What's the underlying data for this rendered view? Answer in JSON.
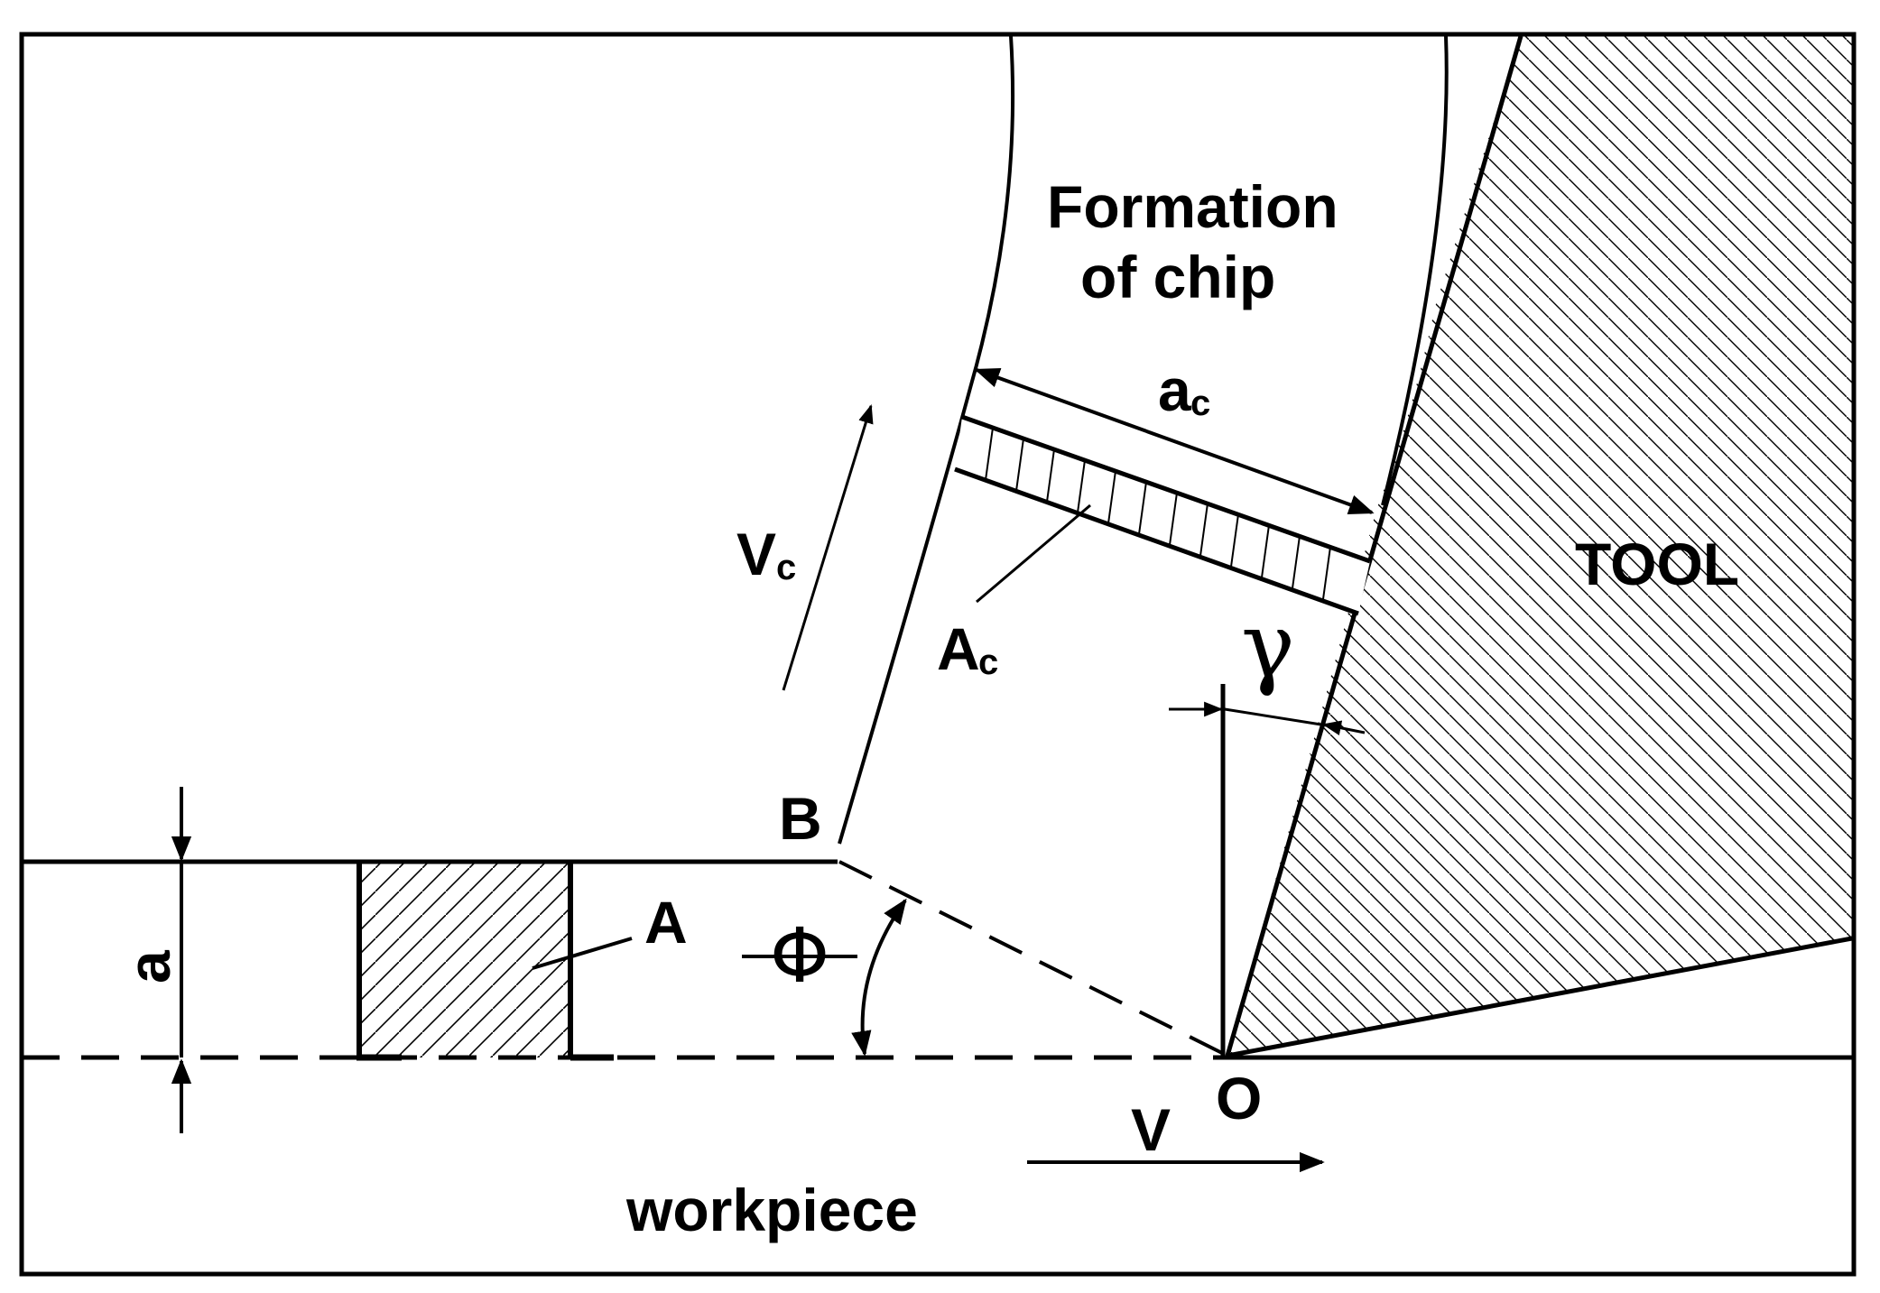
{
  "labels": {
    "chip_title_line1": "Formation",
    "chip_title_line2": "of chip",
    "chip_thickness": "a",
    "chip_thickness_sub": "c",
    "chip_velocity": "V",
    "chip_velocity_sub": "c",
    "chip_area": "A",
    "chip_area_sub": "c",
    "rake_angle": "γ",
    "tool": "TOOL",
    "point_b": "B",
    "point_o": "O",
    "uncut_area": "A",
    "depth_of_cut": "a",
    "shear_angle": "Φ",
    "cutting_velocity": "V",
    "workpiece": "workpiece"
  },
  "colors": {
    "ink": "#000000",
    "background": "#ffffff"
  }
}
